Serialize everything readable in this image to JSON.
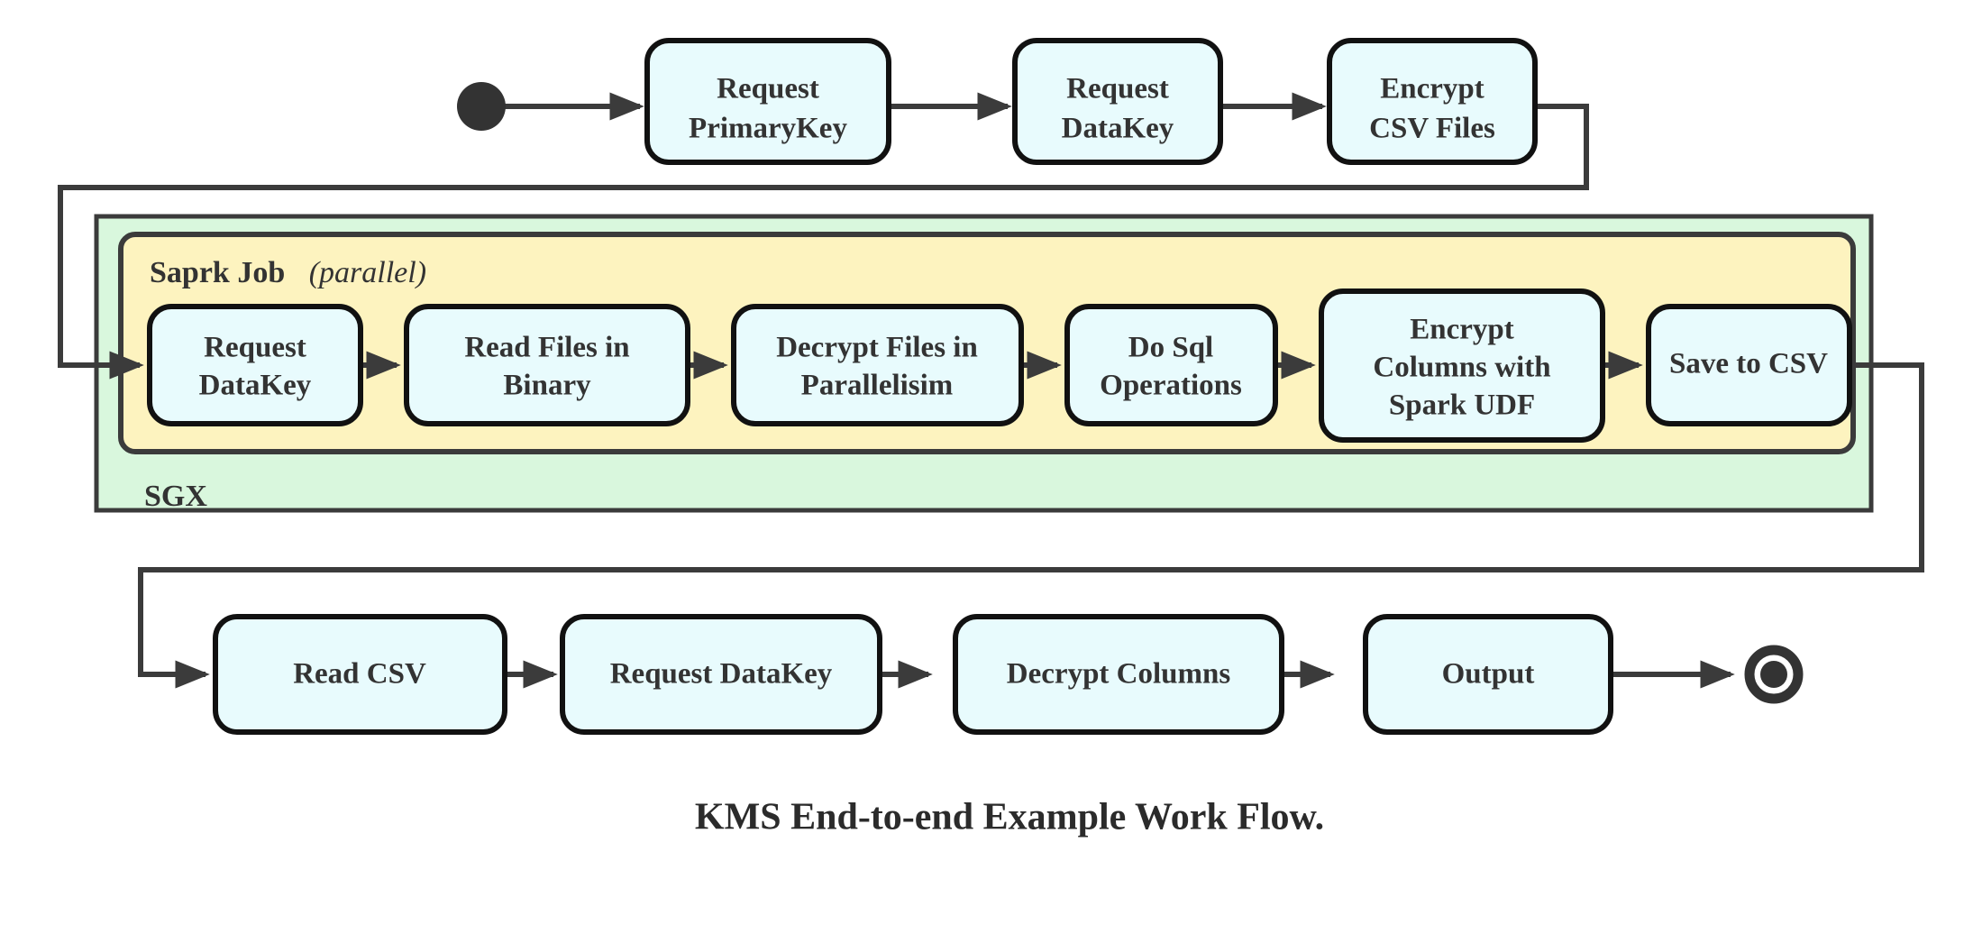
{
  "caption": "KMS End-to-end Example Work Flow.",
  "colors": {
    "node_fill": "#e8fbfd",
    "node_stroke": "#111111",
    "sgx_fill": "#d9f7dd",
    "spark_fill": "#fdf3bf",
    "edge": "#3b3b3b",
    "text": "#333333",
    "background": "#ffffff"
  },
  "groups": {
    "sgx": {
      "label": "SGX"
    },
    "spark": {
      "label": "Saprk Job",
      "qualifier": "(parallel)",
      "qualifier_italic_text": "parallel"
    }
  },
  "terminals": {
    "start": {
      "name": "start-node"
    },
    "end": {
      "name": "end-node"
    }
  },
  "rows": {
    "top": {
      "nodes": [
        {
          "id": "request-primarykey",
          "lines": [
            "Request",
            "PrimaryKey"
          ]
        },
        {
          "id": "request-datakey-top",
          "lines": [
            "Request",
            "DataKey"
          ]
        },
        {
          "id": "encrypt-csv-files",
          "lines": [
            "Encrypt",
            "CSV Files"
          ]
        }
      ]
    },
    "middle": {
      "nodes": [
        {
          "id": "request-datakey-spark",
          "lines": [
            "Request",
            "DataKey"
          ]
        },
        {
          "id": "read-files-in-binary",
          "lines": [
            "Read Files in",
            "Binary"
          ]
        },
        {
          "id": "decrypt-files-in-parallelisim",
          "lines": [
            "Decrypt Files in",
            "Parallelisim"
          ]
        },
        {
          "id": "do-sql-operations",
          "lines": [
            "Do Sql",
            "Operations"
          ]
        },
        {
          "id": "encrypt-columns-with-spark-udf",
          "lines": [
            "Encrypt",
            "Columns with",
            "Spark UDF"
          ]
        },
        {
          "id": "save-to-csv",
          "lines": [
            "Save to CSV"
          ]
        }
      ]
    },
    "bottom": {
      "nodes": [
        {
          "id": "read-csv",
          "lines": [
            "Read CSV"
          ]
        },
        {
          "id": "request-datakey-bottom",
          "lines": [
            "Request DataKey"
          ]
        },
        {
          "id": "decrypt-columns",
          "lines": [
            "Decrypt Columns"
          ]
        },
        {
          "id": "output",
          "lines": [
            "Output"
          ]
        }
      ]
    }
  },
  "chart_data": {
    "type": "diagram",
    "title": "KMS End-to-end Example Work Flow.",
    "flow_sequence": [
      "start",
      "Request PrimaryKey",
      "Request DataKey",
      "Encrypt CSV Files",
      "Request DataKey",
      "Read Files in Binary",
      "Decrypt Files in Parallelisim",
      "Do Sql Operations",
      "Encrypt Columns with Spark UDF",
      "Save to CSV",
      "Read CSV",
      "Request DataKey",
      "Decrypt Columns",
      "Output",
      "end"
    ],
    "containers": [
      {
        "label": "SGX",
        "contains": [
          "Saprk Job (parallel)"
        ]
      },
      {
        "label": "Saprk Job (parallel)",
        "contains": [
          "Request DataKey",
          "Read Files in Binary",
          "Decrypt Files in Parallelisim",
          "Do Sql Operations",
          "Encrypt Columns with Spark UDF",
          "Save to CSV"
        ]
      }
    ]
  }
}
